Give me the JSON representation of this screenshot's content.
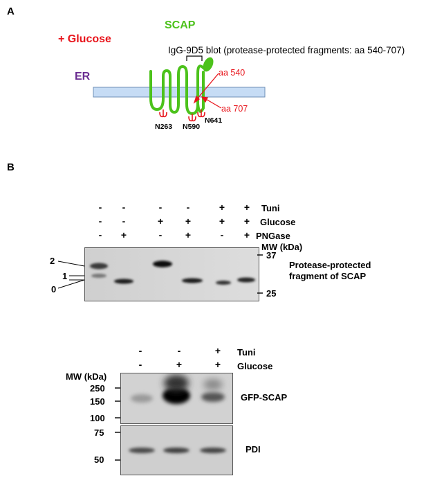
{
  "panel_a": {
    "letter": "A",
    "glucose": "+ Glucose",
    "protein": "SCAP",
    "membrane": "ER",
    "blot_note": "IgG-9D5 blot (protease-protected fragments: aa 540-707)",
    "aa_start": "aa 540",
    "aa_end": "aa 707",
    "glyco_sites": [
      "N263",
      "N590",
      "N641"
    ],
    "colors": {
      "scap": "#4cc21b",
      "red": "#e8141b",
      "er_fill": "#c6dcf5",
      "er_label": "#6a2c91"
    }
  },
  "panel_b": {
    "letter": "B",
    "blot1": {
      "rows": [
        {
          "label": "Tuni",
          "signs": [
            "-",
            "-",
            "-",
            "-",
            "+",
            "+"
          ]
        },
        {
          "label": "Glucose",
          "signs": [
            "-",
            "-",
            "+",
            "+",
            "+",
            "+"
          ]
        },
        {
          "label": "PNGase",
          "signs": [
            "-",
            "+",
            "-",
            "+",
            "-",
            "+"
          ]
        }
      ],
      "mw_title": "MW (kDa)",
      "mw_ticks": [
        "37",
        "25"
      ],
      "band_ids": [
        "2",
        "1",
        "0"
      ],
      "side_label": [
        "Protease-protected",
        "fragment of SCAP"
      ]
    },
    "blot2": {
      "rows": [
        {
          "label": "Tuni",
          "signs": [
            "-",
            "-",
            "+"
          ]
        },
        {
          "label": "Glucose",
          "signs": [
            "-",
            "+",
            "+"
          ]
        }
      ],
      "mw_title": "MW (kDa)",
      "top_ticks": [
        "250",
        "150",
        "100"
      ],
      "top_label": "GFP-SCAP",
      "bottom_ticks": [
        "75",
        "50"
      ],
      "bottom_label": "PDI"
    }
  }
}
